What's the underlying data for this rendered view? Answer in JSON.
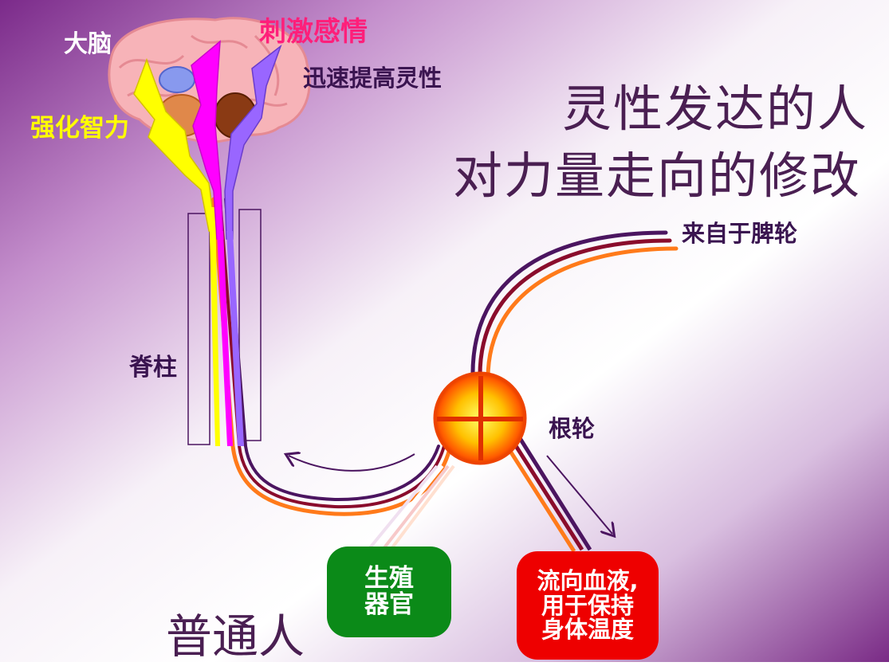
{
  "title": {
    "line1": "灵性发达的人",
    "line2": "对力量走向的修改"
  },
  "labels": {
    "brain": "大脑",
    "stimulate_emotion": "刺激感情",
    "raise_spirituality": "迅速提高灵性",
    "strengthen_intellect": "强化智力",
    "spine": "脊柱",
    "from_spleen": "来自于脾轮",
    "root_chakra": "根轮",
    "ordinary_person": "普通人"
  },
  "boxes": {
    "reproductive": {
      "line1": "生殖",
      "line2": "器官"
    },
    "blood": {
      "line1": "流向血液,",
      "line2": "用于保持",
      "line3": "身体温度"
    }
  },
  "colors": {
    "background_dark": "#7b2a8a",
    "background_light": "#ffffff",
    "dark_purple": "#4b1560",
    "dark_red": "#8a0c2c",
    "orange": "#ff7a1a",
    "yellow": "#ffff00",
    "magenta": "#ff00ff",
    "violet": "#9966ff",
    "green_box": "#0b8a18",
    "red_box": "#ee0000"
  }
}
